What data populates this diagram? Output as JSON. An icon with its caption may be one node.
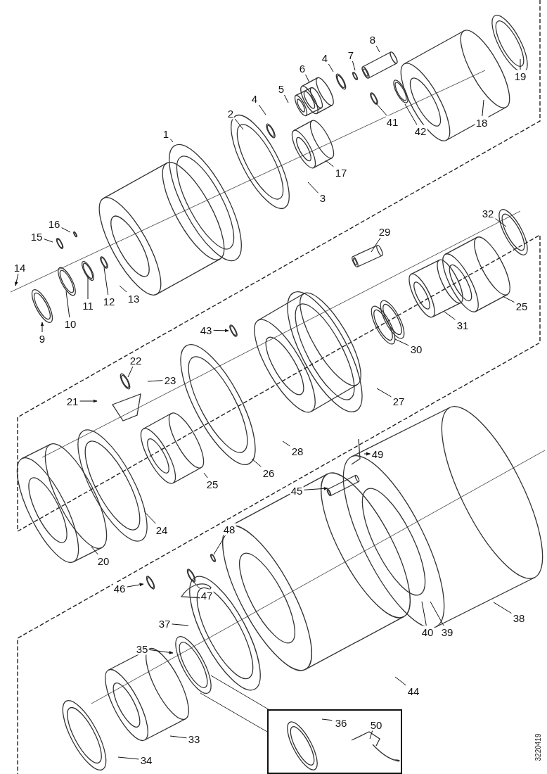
{
  "diagram": {
    "nodes": [
      {
        "text": [
          "1"
        ]
      },
      {
        "text": [
          "2"
        ]
      },
      {
        "text": [
          "4"
        ]
      },
      {
        "text": [
          "5"
        ]
      },
      {
        "text": [
          "6"
        ]
      },
      {
        "text": [
          "4"
        ]
      },
      {
        "text": [
          "7"
        ]
      },
      {
        "text": [
          "8"
        ]
      },
      {
        "text": [
          "19"
        ]
      },
      {
        "text": [
          "18"
        ]
      },
      {
        "text": [
          "42"
        ]
      },
      {
        "text": [
          "41"
        ]
      },
      {
        "text": [
          "17"
        ]
      },
      {
        "text": [
          "3"
        ]
      },
      {
        "text": [
          "16"
        ]
      },
      {
        "text": [
          "15"
        ]
      },
      {
        "text": [
          "14"
        ]
      },
      {
        "text": [
          "13"
        ]
      },
      {
        "text": [
          "12"
        ]
      },
      {
        "text": [
          "11"
        ]
      },
      {
        "text": [
          "10"
        ]
      },
      {
        "text": [
          "9"
        ]
      },
      {
        "text": [
          "29"
        ]
      },
      {
        "text": [
          "32"
        ]
      },
      {
        "text": [
          "25"
        ]
      },
      {
        "text": [
          "31"
        ]
      },
      {
        "text": [
          "43"
        ]
      },
      {
        "text": [
          "30"
        ]
      },
      {
        "text": [
          "22"
        ]
      },
      {
        "text": [
          "23"
        ]
      },
      {
        "text": [
          "21"
        ]
      },
      {
        "text": [
          "27"
        ]
      },
      {
        "text": [
          "28"
        ]
      },
      {
        "text": [
          "26"
        ]
      },
      {
        "text": [
          "25"
        ]
      },
      {
        "text": [
          "24"
        ]
      },
      {
        "text": [
          "20"
        ]
      },
      {
        "text": [
          "49"
        ]
      },
      {
        "text": [
          "45"
        ]
      },
      {
        "text": [
          "48"
        ]
      },
      {
        "text": [
          "47"
        ]
      },
      {
        "text": [
          "46"
        ]
      },
      {
        "text": [
          "37"
        ]
      },
      {
        "text": [
          "35"
        ]
      },
      {
        "text": [
          "40"
        ]
      },
      {
        "text": [
          "39"
        ]
      },
      {
        "text": [
          "38"
        ]
      },
      {
        "text": [
          "44"
        ]
      },
      {
        "text": [
          "33"
        ]
      },
      {
        "text": [
          "34"
        ]
      },
      {
        "text": [],
        "shape": "box"
      },
      {
        "text": [
          "36"
        ],
        "in": 50
      },
      {
        "text": [
          "50"
        ],
        "in": 50
      }
    ],
    "edges": [
      {
        "from": 0,
        "to": null,
        "arrow": "none"
      },
      {
        "from": 1,
        "to": null,
        "arrow": "none"
      },
      {
        "from": 2,
        "to": null,
        "arrow": "none"
      },
      {
        "from": 3,
        "to": null,
        "arrow": "none"
      },
      {
        "from": 4,
        "to": null,
        "arrow": "none"
      },
      {
        "from": 5,
        "to": null,
        "arrow": "none"
      },
      {
        "from": 6,
        "to": null,
        "arrow": "none"
      },
      {
        "from": 7,
        "to": null,
        "arrow": "none"
      },
      {
        "from": 8,
        "to": null,
        "arrow": "none"
      },
      {
        "from": 9,
        "to": null,
        "arrow": "none"
      },
      {
        "from": 10,
        "to": null,
        "arrow": "none"
      },
      {
        "from": 11,
        "to": null,
        "arrow": "none"
      },
      {
        "from": 12,
        "to": null,
        "arrow": "none"
      },
      {
        "from": 13,
        "to": null,
        "arrow": "none"
      },
      {
        "from": 14,
        "to": null,
        "arrow": "none"
      },
      {
        "from": 15,
        "to": null,
        "arrow": "none"
      },
      {
        "from": 16,
        "to": null,
        "arrow": "to"
      },
      {
        "from": 17,
        "to": null,
        "arrow": "none"
      },
      {
        "from": 18,
        "to": null,
        "arrow": "none"
      },
      {
        "from": 19,
        "to": null,
        "arrow": "none"
      },
      {
        "from": 20,
        "to": null,
        "arrow": "none"
      },
      {
        "from": 21,
        "to": null,
        "arrow": "to"
      },
      {
        "from": 22,
        "to": null,
        "arrow": "none"
      },
      {
        "from": 23,
        "to": null,
        "arrow": "none"
      },
      {
        "from": 24,
        "to": null,
        "arrow": "none"
      },
      {
        "from": 25,
        "to": null,
        "arrow": "none"
      },
      {
        "from": 26,
        "to": null,
        "arrow": "to"
      },
      {
        "from": 27,
        "to": null,
        "arrow": "none"
      },
      {
        "from": 28,
        "to": null,
        "arrow": "none"
      },
      {
        "from": 29,
        "to": null,
        "arrow": "none"
      },
      {
        "from": 30,
        "to": null,
        "arrow": "to"
      },
      {
        "from": 31,
        "to": null,
        "arrow": "none"
      },
      {
        "from": 32,
        "to": null,
        "arrow": "none"
      },
      {
        "from": 33,
        "to": null,
        "arrow": "none"
      },
      {
        "from": 34,
        "to": null,
        "arrow": "none"
      },
      {
        "from": 35,
        "to": null,
        "arrow": "none"
      },
      {
        "from": 36,
        "to": null,
        "arrow": "none"
      },
      {
        "from": null,
        "to": 37,
        "arrow": "to"
      },
      {
        "from": 38,
        "to": null,
        "arrow": "to"
      },
      {
        "from": 39,
        "to": null,
        "arrow": "none"
      },
      {
        "from": 40,
        "to": null,
        "arrow": "none"
      },
      {
        "from": 41,
        "to": null,
        "arrow": "to"
      },
      {
        "from": 42,
        "to": null,
        "arrow": "none"
      },
      {
        "from": 43,
        "to": null,
        "arrow": "to"
      },
      {
        "from": 44,
        "to": null,
        "arrow": "none"
      },
      {
        "from": 45,
        "to": null,
        "arrow": "none"
      },
      {
        "from": 46,
        "to": null,
        "arrow": "none"
      },
      {
        "from": 47,
        "to": null,
        "arrow": "none"
      },
      {
        "from": 48,
        "to": null,
        "arrow": "none"
      },
      {
        "from": 49,
        "to": null,
        "arrow": "none"
      },
      {
        "from": 51,
        "to": null,
        "arrow": "none"
      },
      {
        "from": 52,
        "to": null,
        "arrow": "none"
      }
    ],
    "labels": [
      "3220419"
    ]
  }
}
